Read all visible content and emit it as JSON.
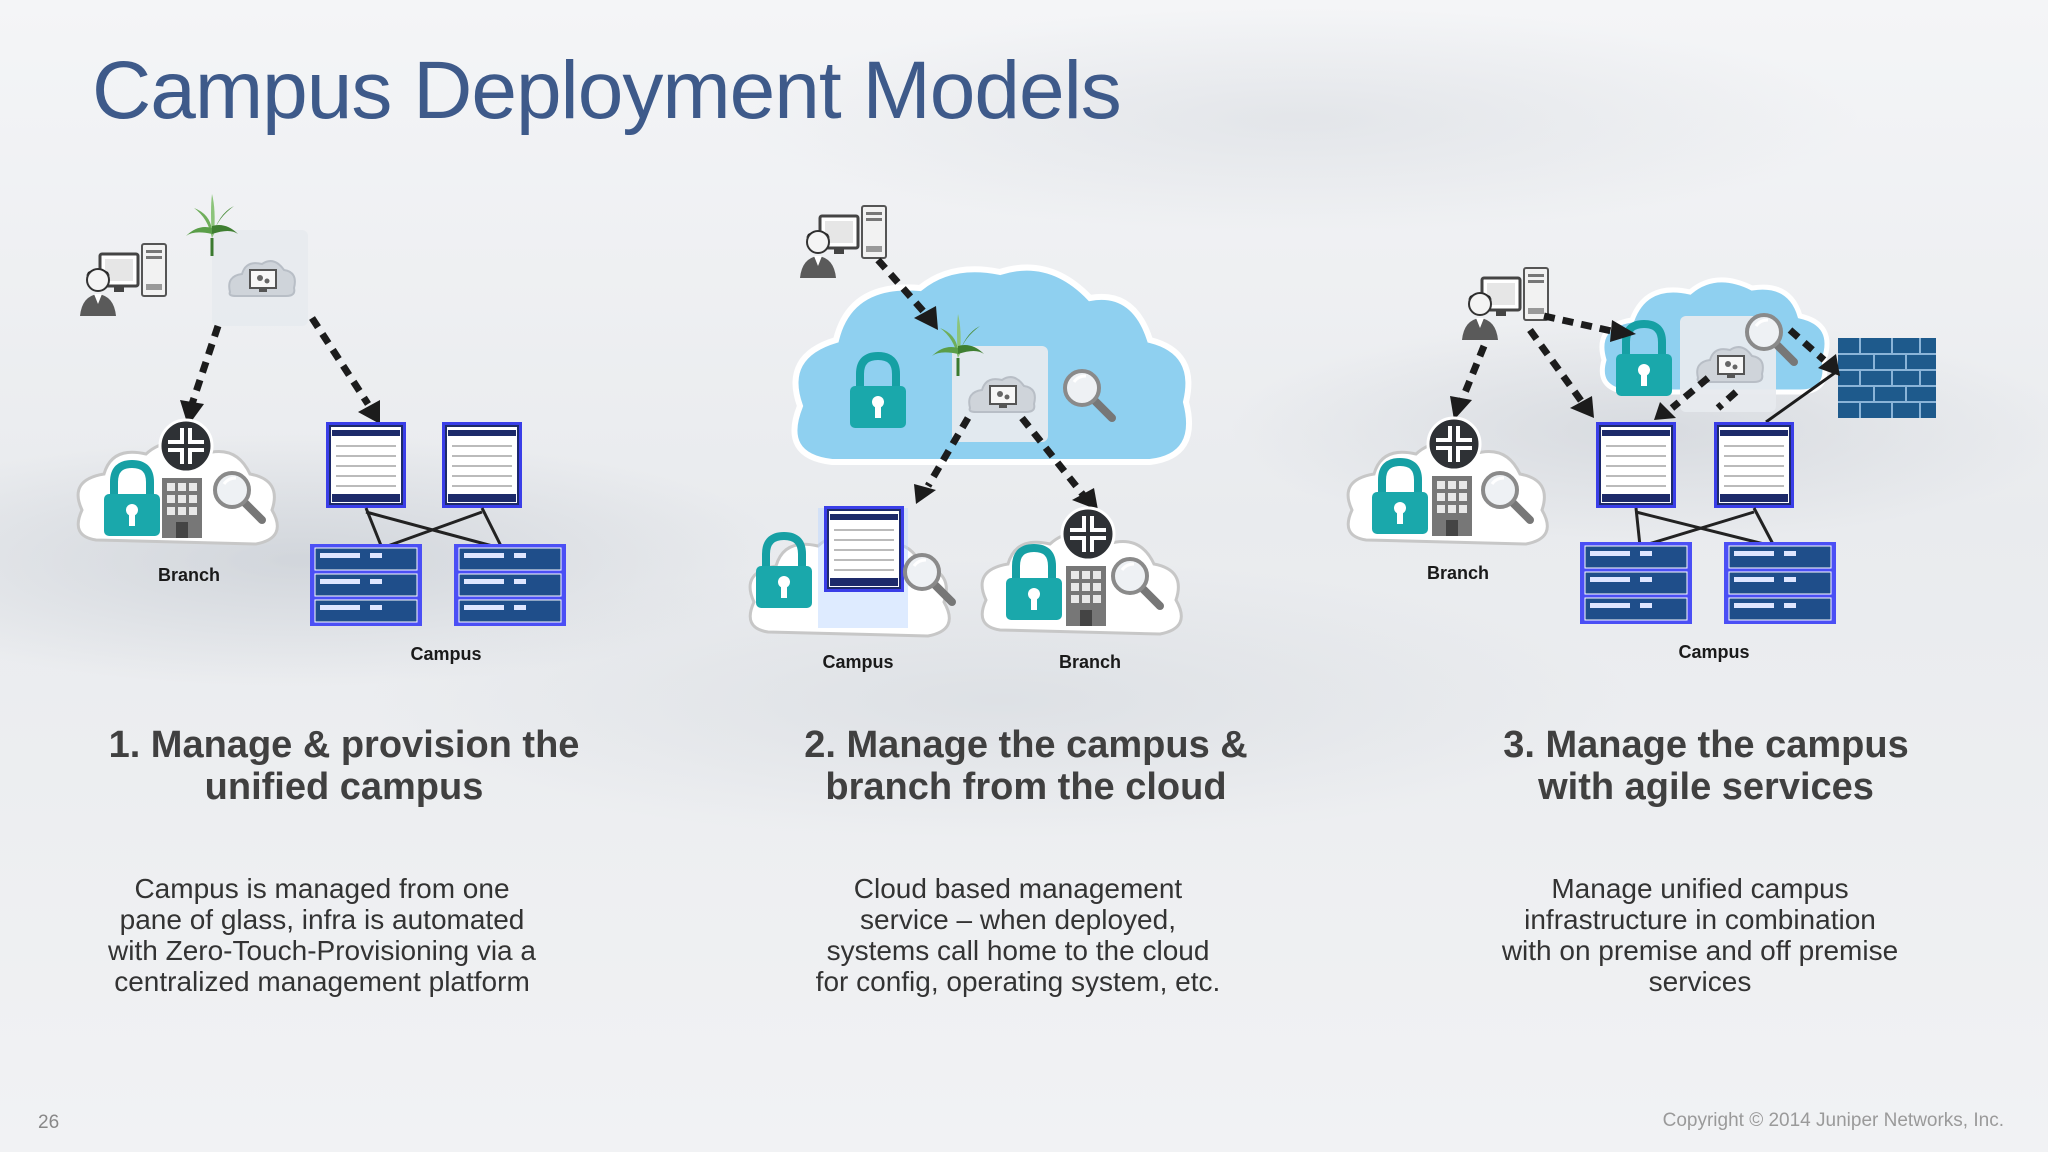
{
  "slide": {
    "title": "Campus Deployment Models",
    "page_number": "26",
    "copyright": "Copyright © 2014 Juniper Networks, Inc."
  },
  "models": [
    {
      "heading": "1. Manage & provision the\nunified campus",
      "description": "Campus is managed from one\npane of glass, infra is automated\nwith Zero-Touch-Provisioning via a\ncentralized management platform",
      "labels": {
        "branch": "Branch",
        "campus": "Campus"
      }
    },
    {
      "heading": "2. Manage the campus &\nbranch from the cloud",
      "description": "Cloud based management\nservice – when deployed,\nsystems call home to the cloud\nfor config, operating system, etc.",
      "labels": {
        "campus": "Campus",
        "branch": "Branch"
      }
    },
    {
      "heading": "3. Manage the campus\nwith agile services",
      "description": "Manage unified campus\ninfrastructure in combination\nwith on premise and off premise\nservices",
      "labels": {
        "branch": "Branch",
        "campus": "Campus"
      }
    }
  ],
  "icons": [
    "admin-workstation-icon",
    "management-cloud-icon",
    "lock-icon",
    "router-icon",
    "building-icon",
    "magnifier-icon",
    "switch-chassis-icon",
    "access-switch-icon",
    "firewall-icon",
    "leaf-icon"
  ],
  "colors": {
    "title": "#3e5a8a",
    "teal": "#1aa3a3",
    "cloud_blue": "#8fd0f0",
    "switch_blue": "#3b3df0",
    "firewall": "#1e5a8c"
  }
}
